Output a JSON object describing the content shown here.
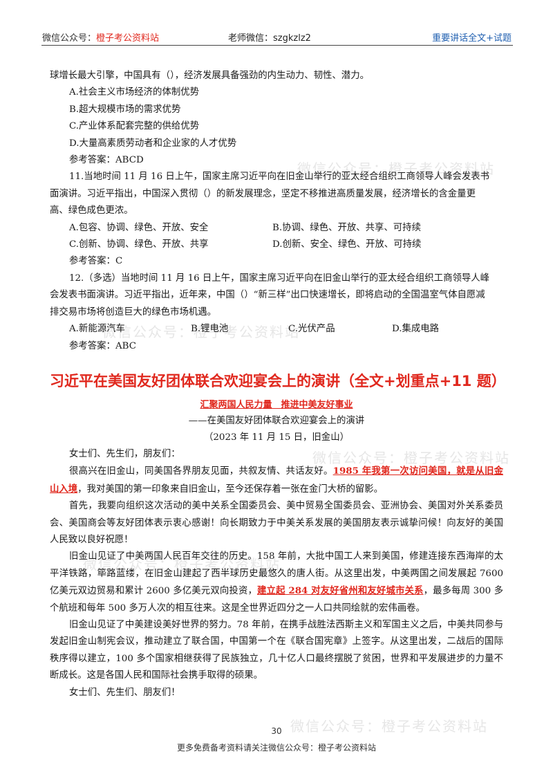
{
  "header": {
    "left_prefix": "微信公众号：",
    "left_brand": "橙子考公资料站",
    "middle": "老师微信：szgkzlz2",
    "right": "重要讲话全文+试题"
  },
  "q10": {
    "stem_end": "球增长最大引擎，中国具有（），经济发展具备强劲的内生动力、韧性、潜力。",
    "options": [
      "A.社会主义市场经济的体制优势",
      "B.超大规模市场的需求优势",
      "C.产业体系配套完整的供给优势",
      "D.大量高素质劳动者和企业家的人才优势"
    ],
    "answer": "参考答案：ABCD"
  },
  "q11": {
    "stem_lines": [
      "11.当地时间 11 月 16 日上午，国家主席习近平向在旧金山举行的亚太经合组织工商领导人峰会发表书",
      "面演讲。习近平指出，中国深入贯彻（）的新发展理念，坚定不移推进高质量发展，经济增长的含金量更",
      "高、绿色成色更浓。"
    ],
    "options": [
      "A.包容、协调、绿色、开放、安全",
      "B.协调、绿色、开放、共享、可持续",
      "C.创新、协调、绿色、开放、共享",
      "D.创新、安全、绿色、开放、可持续"
    ],
    "answer": "参考答案：C"
  },
  "q12": {
    "stem_lines": [
      "12.（多选）当地时间 11 月 16 日上午，国家主席习近平向在旧金山举行的亚太经合组织工商领导人峰",
      "会发表书面演讲。习近平指出，近年来，中国（）“新三样”出口快速增长，即将启动的全国温室气体自愿减",
      "排交易市场将创造巨大的绿色市场机遇。"
    ],
    "options": [
      "A.新能源汽车",
      "B.锂电池",
      "C.光伏产品",
      "D.集成电路"
    ],
    "answer": "参考答案：ABC"
  },
  "section": {
    "title": "习近平在美国友好团体联合欢迎宴会上的演讲（全文+划重点+11 题）",
    "subtitle": "汇聚两国人民力量　推进中美友好事业",
    "byline": "——在美国友好团体联合欢迎宴会上的演讲",
    "dateline": "（2023 年 11 月 15 日，旧金山）",
    "greeting": "女士们、先生们，朋友们："
  },
  "paragraphs": {
    "p1_a": "很高兴在旧金山，同美国各界朋友见面，共叙友情、共话友好。",
    "p1_hl": "1985 年我第一次访问美国，就是从旧金山入境",
    "p1_b": "，我对美国的第一印象来自旧金山，至今还保存着一张在金门大桥的留影。",
    "p2": "首先，我要向组织这次活动的美中关系全国委员会、美中贸易全国委员会、亚洲协会、美国对外关系委员会、美国商会等友好团体表示衷心感谢！向长期致力于中美关系发展的美国朋友表示诚挚问候！向友好的美国人民致以良好祝愿！",
    "p3_a": "旧金山见证了中美两国人民百年交往的历史。158 年前，大批中国工人来到美国，修建连接东西海岸的太平洋铁路，筚路蓝缕，在旧金山建起了西半球历史最悠久的唐人街。从这里出发，中美两国之间发展起 7600 亿美元双边贸易和累计 2600 多亿美元双向投资，",
    "p3_hl": "建立起 284 对友好省州和友好城市关系",
    "p3_b": "，最多每周 300 多个航班和每年 500 多万人次的相互往来。这是全世界近四分之一人口共同绘就的宏伟画卷。",
    "p4": "旧金山见证了中美建设美好世界的努力。78 年前，在携手战胜法西斯主义和军国主义之后，中美共同参与发起旧金山制宪会议，推动建立了联合国，中国第一个在《联合国宪章》上签字。从这里出发，二战后的国际秩序得以建立，100 多个国家相继获得了民族独立，几十亿人口最终摆脱了贫困，世界和平发展进步的力量不断成长。这是各国人民和国际社会携手取得的硕果。",
    "p5": "女士们、先生们、朋友们！"
  },
  "watermark": "微信公众号：橙子考公资料站",
  "footer": {
    "page_number": "30",
    "note": "更多免费备考资料请关注微信公众号：橙子考公资料站"
  }
}
